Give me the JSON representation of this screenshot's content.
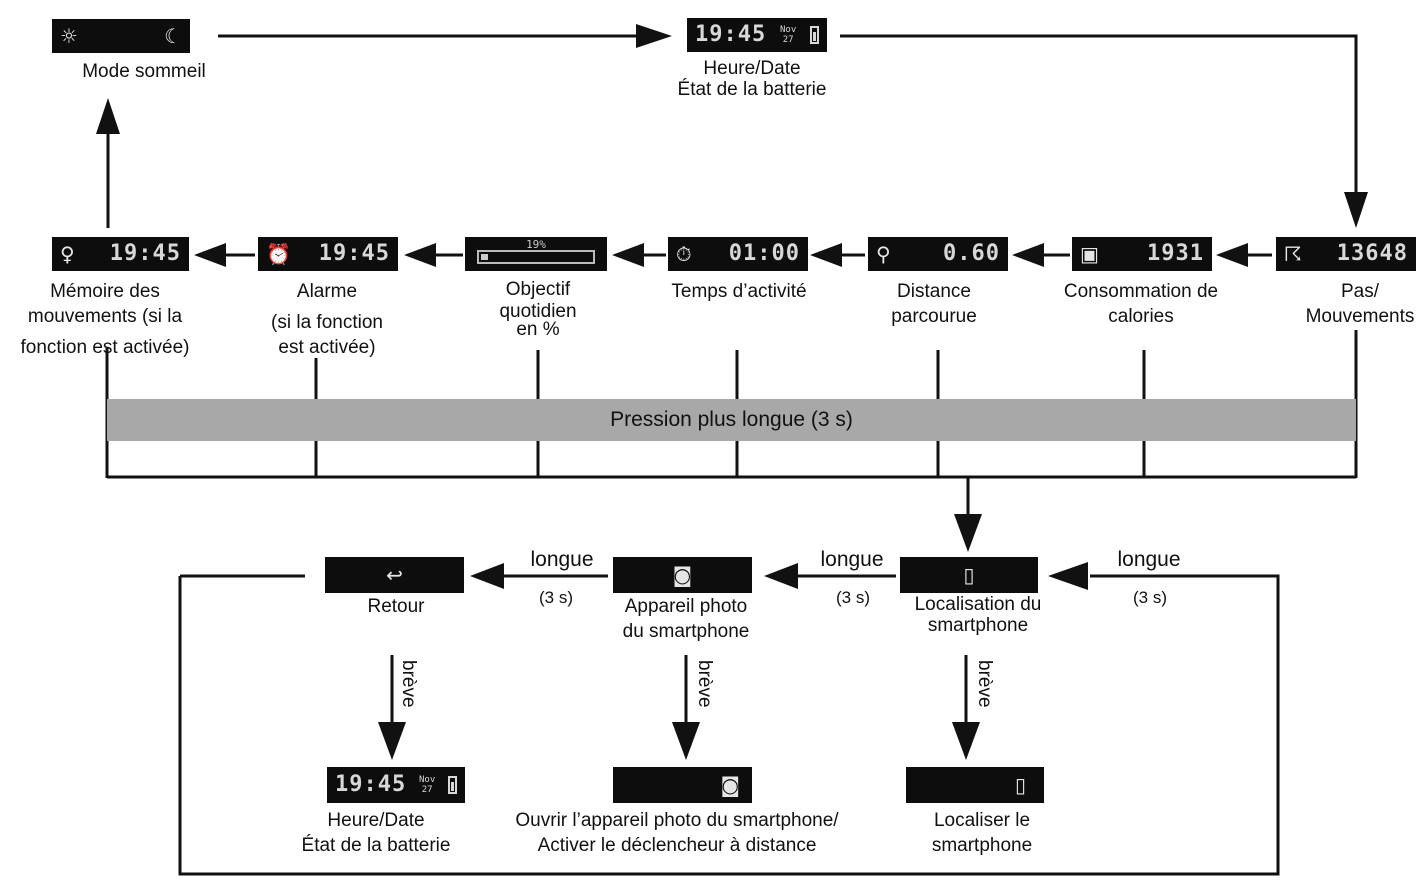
{
  "screens": {
    "sleep": {
      "label": "Mode sommeil",
      "sun_icon": "sun-icon",
      "moon_icon": "moon-icon"
    },
    "time_top": {
      "time": "19:45",
      "month": "Nov",
      "day": "27",
      "label_line1": "Heure/Date",
      "label_line2": "État de la batterie"
    },
    "steps": {
      "value": "13648",
      "icon": "walker-icon",
      "label_line1": "Pas/",
      "label_line2": "Mouvements"
    },
    "calories": {
      "value": "1931",
      "icon": "flame-icon",
      "label_line1": "Consommation de",
      "label_line2": "calories"
    },
    "distance": {
      "value": "0.60",
      "icon": "location-pin-icon",
      "label_line1": "Distance",
      "label_line2": "parcourue"
    },
    "activity": {
      "value": "01:00",
      "icon": "stopwatch-icon",
      "label": "Temps d’activité"
    },
    "goal": {
      "percent": "19%",
      "progress": 0.06,
      "label_line1": "Objectif",
      "label_line2": "quotidien",
      "label_line3": "en %"
    },
    "alarm": {
      "value": "19:45",
      "icon": "alarm-clock-icon",
      "label_line1": "Alarme",
      "label_line2": "(si la fonction",
      "label_line3": "est activée)"
    },
    "memory": {
      "value": "19:45",
      "icon": "bulb-icon",
      "label_line1": "Mémoire des",
      "label_line2": "mouvements (si la",
      "label_line3": "fonction est activée)"
    }
  },
  "long_press_bar": {
    "label": "Pression plus longue (3 s)",
    "color": "#a8a8a8"
  },
  "submenu": {
    "return": {
      "icon": "return-arrow-icon",
      "label": "Retour"
    },
    "camera": {
      "icon": "camera-icon",
      "label_line1": "Appareil photo",
      "label_line2": "du smartphone"
    },
    "locate": {
      "icon": "phone-locate-icon",
      "label_line1": "Localisation du",
      "label_line2": "smartphone"
    }
  },
  "results": {
    "time": {
      "time": "19:45",
      "month": "Nov",
      "day": "27",
      "label_line1": "Heure/Date",
      "label_line2": "État de la batterie"
    },
    "camera": {
      "icon": "camera-icon",
      "label_line1": "Ouvrir l’appareil photo du smartphone/",
      "label_line2": "Activer le déclencheur à distance"
    },
    "locate": {
      "icon": "phone-locate-icon",
      "label_line1": "Localiser le",
      "label_line2": "smartphone"
    }
  },
  "transitions": {
    "long_word": "longue",
    "duration": "(3 s)",
    "short_word": "brève"
  }
}
